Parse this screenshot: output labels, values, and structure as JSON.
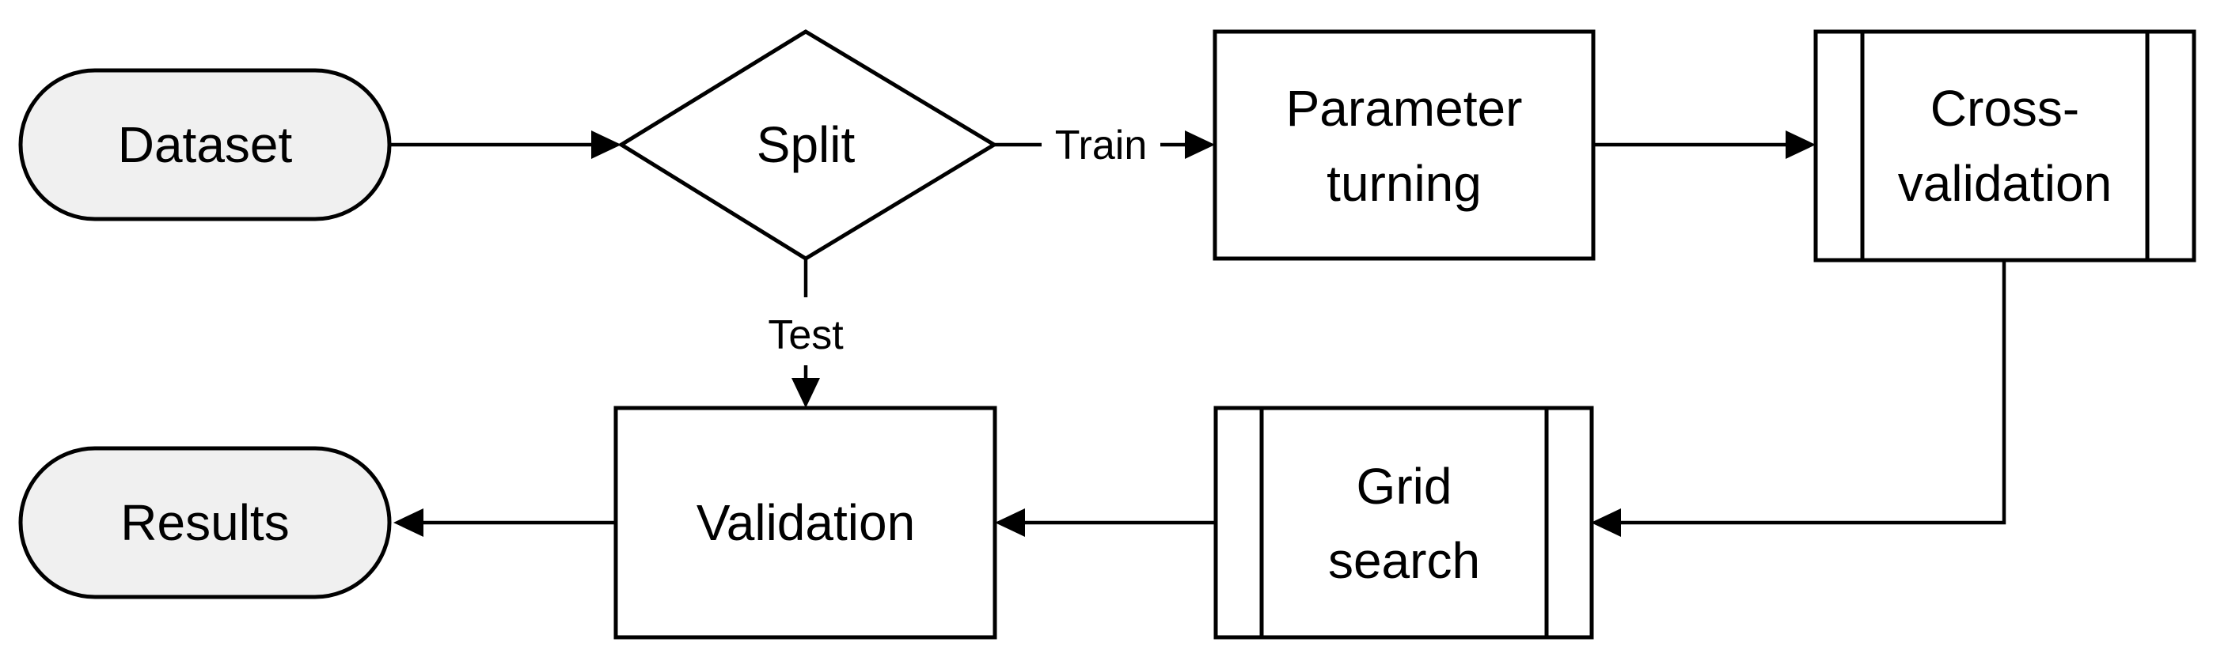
{
  "diagram": {
    "nodes": {
      "dataset": {
        "label": "Dataset",
        "shape": "terminal"
      },
      "split": {
        "label": "Split",
        "shape": "decision"
      },
      "parameter_tuning": {
        "label_line1": "Parameter",
        "label_line2": "turning",
        "shape": "process"
      },
      "cross_validation": {
        "label_line1": "Cross-",
        "label_line2": "validation",
        "shape": "predefined-process"
      },
      "grid_search": {
        "label_line1": "Grid",
        "label_line2": "search",
        "shape": "predefined-process"
      },
      "validation": {
        "label": "Validation",
        "shape": "process"
      },
      "results": {
        "label": "Results",
        "shape": "terminal"
      }
    },
    "edges": {
      "dataset_to_split": {
        "from": "Dataset",
        "to": "Split",
        "label": ""
      },
      "split_to_parameter": {
        "from": "Split",
        "to": "Parameter turning",
        "label": "Train"
      },
      "parameter_to_cross": {
        "from": "Parameter turning",
        "to": "Cross-validation",
        "label": ""
      },
      "cross_to_grid": {
        "from": "Cross-validation",
        "to": "Grid search",
        "label": ""
      },
      "grid_to_validation": {
        "from": "Grid search",
        "to": "Validation",
        "label": ""
      },
      "split_to_validation": {
        "from": "Split",
        "to": "Validation",
        "label": "Test"
      },
      "validation_to_results": {
        "from": "Validation",
        "to": "Results",
        "label": ""
      }
    },
    "colors": {
      "terminal_fill": "#f0f0f0",
      "box_fill": "#ffffff",
      "stroke": "#000000"
    }
  }
}
